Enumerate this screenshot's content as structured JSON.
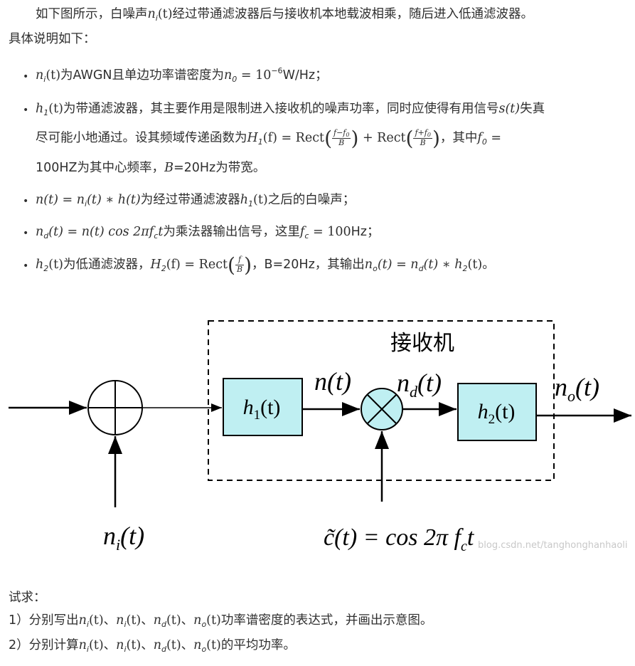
{
  "intro": {
    "p1": "如下图所示，白噪声",
    "p1_var": "n",
    "p1_sub": "i",
    "p1_arg": "(t)",
    "p1_rest": "经过带通滤波器后与接收机本地载波相乘，随后进入低通滤波器。",
    "p2": "具体说明如下："
  },
  "bullets": [
    {
      "pre_var": "n",
      "pre_sub": "i",
      "pre_arg": "(t)",
      "text1": "为AWGN且单边功率谱密度为",
      "eq_var": "n",
      "eq_sub": "0",
      "eq_rest": " = 10",
      "eq_sup": "−6",
      "text2": "W/Hz；"
    },
    {
      "pre_var": "h",
      "pre_sub": "1",
      "pre_arg": "(t)",
      "text1": "为带通滤波器，其主要作用是限制进入接收机的噪声功率，同时应使得有用信号",
      "sig": "s(t)",
      "text2": "失真",
      "line2_a": "尽可能小地通过。设其频域传递函数为",
      "H": "H",
      "H_sub": "1",
      "H_arg": "(f) = Rect",
      "f1_num": "f−f",
      "f1_num_sub": "0",
      "f1_den": "B",
      "plus": " + Rect",
      "f2_num": "f+f",
      "f2_num_sub": "0",
      "f2_den": "B",
      "line2_b": "，其中",
      "f0": "f",
      "f0_sub": "0",
      "f0_eq": " =",
      "line3_a": "100HZ为其中心频率，",
      "B": "B",
      "line3_b": "=20Hz为带宽。"
    },
    {
      "expr": "n(t) = n",
      "expr_sub": "i",
      "expr_rest": "(t) ∗ h(t)",
      "text1": "为经过带通滤波器",
      "h": "h",
      "h_sub": "1",
      "h_arg": "(t)",
      "text2": "之后的白噪声；"
    },
    {
      "expr": "n",
      "expr_sub": "d",
      "expr_rest": "(t) = n(t) cos 2πf",
      "expr_sub2": "c",
      "expr_rest2": "t",
      "text1": "为乘法器输出信号，这里",
      "fc": "f",
      "fc_sub": "c",
      "fc_eq": " = 100",
      "text2": "Hz；"
    },
    {
      "expr": "h",
      "expr_sub": "2",
      "expr_rest": "(t)",
      "text1": "为低通滤波器，",
      "H": "H",
      "H_sub": "2",
      "H_arg": "(f) = Rect",
      "frac_num": "f",
      "frac_den": "B",
      "text2": "，B=20Hz，其输出",
      "out": "n",
      "out_sub": "o",
      "out_rest": "(t) = n",
      "out_sub2": "d",
      "out_rest2": "(t) ∗ h",
      "out_sub3": "2",
      "out_rest3": "(t)",
      "text3": "。"
    }
  ],
  "diagram": {
    "receiver_label": "接收机",
    "h1_label": "h",
    "h1_sub": "1",
    "h1_arg": "(t)",
    "h2_label": "h",
    "h2_sub": "2",
    "h2_arg": "(t)",
    "n_label": "n(t)",
    "nd_label": "n",
    "nd_sub": "d",
    "nd_arg": "(t)",
    "no_label": "n",
    "no_sub": "o",
    "no_arg": "(t)",
    "ni_label": "n",
    "ni_sub": "i",
    "ni_arg": "(t)",
    "c_label": "c̃(t) = cos 2π f",
    "c_sub": "c",
    "c_arg": "t",
    "watermark": "blog.csdn.net/tanghonghanhaoli",
    "colors": {
      "box_fill": "#bfeff2",
      "line": "#000000"
    }
  },
  "questions": {
    "title": "试求：",
    "q1_pre": "1）分别写出",
    "q1_post": "功率谱密度的表达式，并画出示意图。",
    "q2_pre": "2）分别计算",
    "q2_post": "的平均功率。",
    "sep": "、",
    "items": [
      {
        "v": "n",
        "s": "i",
        "a": "(t)"
      },
      {
        "v": "n",
        "s": "i",
        "a": "(t)"
      },
      {
        "v": "n",
        "s": "d",
        "a": "(t)"
      },
      {
        "v": "n",
        "s": "o",
        "a": "(t)"
      }
    ]
  }
}
